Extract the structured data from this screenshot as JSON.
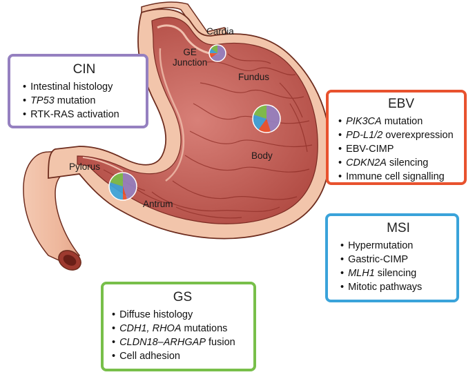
{
  "regions": {
    "cardia": "Cardia",
    "ge_junction": [
      "GE",
      "Junction"
    ],
    "fundus": "Fundus",
    "body": "Body",
    "pylorus": "Pylorus",
    "antrum": "Antrum"
  },
  "subtypes": {
    "cin": {
      "title": "CIN",
      "color": "#9580c0",
      "items": [
        [
          {
            "t": "Intestinal histology",
            "i": false
          }
        ],
        [
          {
            "t": "TP53",
            "i": true
          },
          {
            "t": " mutation",
            "i": false
          }
        ],
        [
          {
            "t": "RTK-RAS activation",
            "i": false
          }
        ]
      ]
    },
    "ebv": {
      "title": "EBV",
      "color": "#e8522e",
      "items": [
        [
          {
            "t": "PIK3CA",
            "i": true
          },
          {
            "t": " mutation",
            "i": false
          }
        ],
        [
          {
            "t": "PD-L1/2",
            "i": true
          },
          {
            "t": " overexpression",
            "i": false
          }
        ],
        [
          {
            "t": "EBV-CIMP",
            "i": false
          }
        ],
        [
          {
            "t": "CDKN2A",
            "i": true
          },
          {
            "t": " silencing",
            "i": false
          }
        ],
        [
          {
            "t": "Immune cell signalling",
            "i": false
          }
        ]
      ]
    },
    "msi": {
      "title": "MSI",
      "color": "#3aa3da",
      "items": [
        [
          {
            "t": "Hypermutation",
            "i": false
          }
        ],
        [
          {
            "t": "Gastric-CIMP",
            "i": false
          }
        ],
        [
          {
            "t": "MLH1",
            "i": true
          },
          {
            "t": " silencing",
            "i": false
          }
        ],
        [
          {
            "t": "Mitotic pathways",
            "i": false
          }
        ]
      ]
    },
    "gs": {
      "title": "GS",
      "color": "#78bf4a",
      "items": [
        [
          {
            "t": "Diffuse histology",
            "i": false
          }
        ],
        [
          {
            "t": "CDH1, RHOA",
            "i": true
          },
          {
            "t": " mutations",
            "i": false
          }
        ],
        [
          {
            "t": "CLDN18–ARHGAP",
            "i": true
          },
          {
            "t": " fusion",
            "i": false
          }
        ],
        [
          {
            "t": "Cell adhesion",
            "i": false
          }
        ]
      ]
    }
  },
  "pies": {
    "ge_junction": [
      {
        "s": "cin",
        "v": 0.65
      },
      {
        "s": "ebv",
        "v": 0.1
      },
      {
        "s": "msi",
        "v": 0.1
      },
      {
        "s": "gs",
        "v": 0.15
      }
    ],
    "body": [
      {
        "s": "cin",
        "v": 0.45
      },
      {
        "s": "ebv",
        "v": 0.15
      },
      {
        "s": "msi",
        "v": 0.2
      },
      {
        "s": "gs",
        "v": 0.2
      }
    ],
    "antrum": [
      {
        "s": "cin",
        "v": 0.45
      },
      {
        "s": "ebv",
        "v": 0.05
      },
      {
        "s": "msi",
        "v": 0.3
      },
      {
        "s": "gs",
        "v": 0.2
      }
    ]
  },
  "colors": {
    "outer_tissue": "#f2c5ab",
    "outer_stroke": "#6d2c1e",
    "mucosa": "#c8665c",
    "mucosa_dark": "#8e2d26",
    "lumen_highlight": "#efb3a3"
  }
}
